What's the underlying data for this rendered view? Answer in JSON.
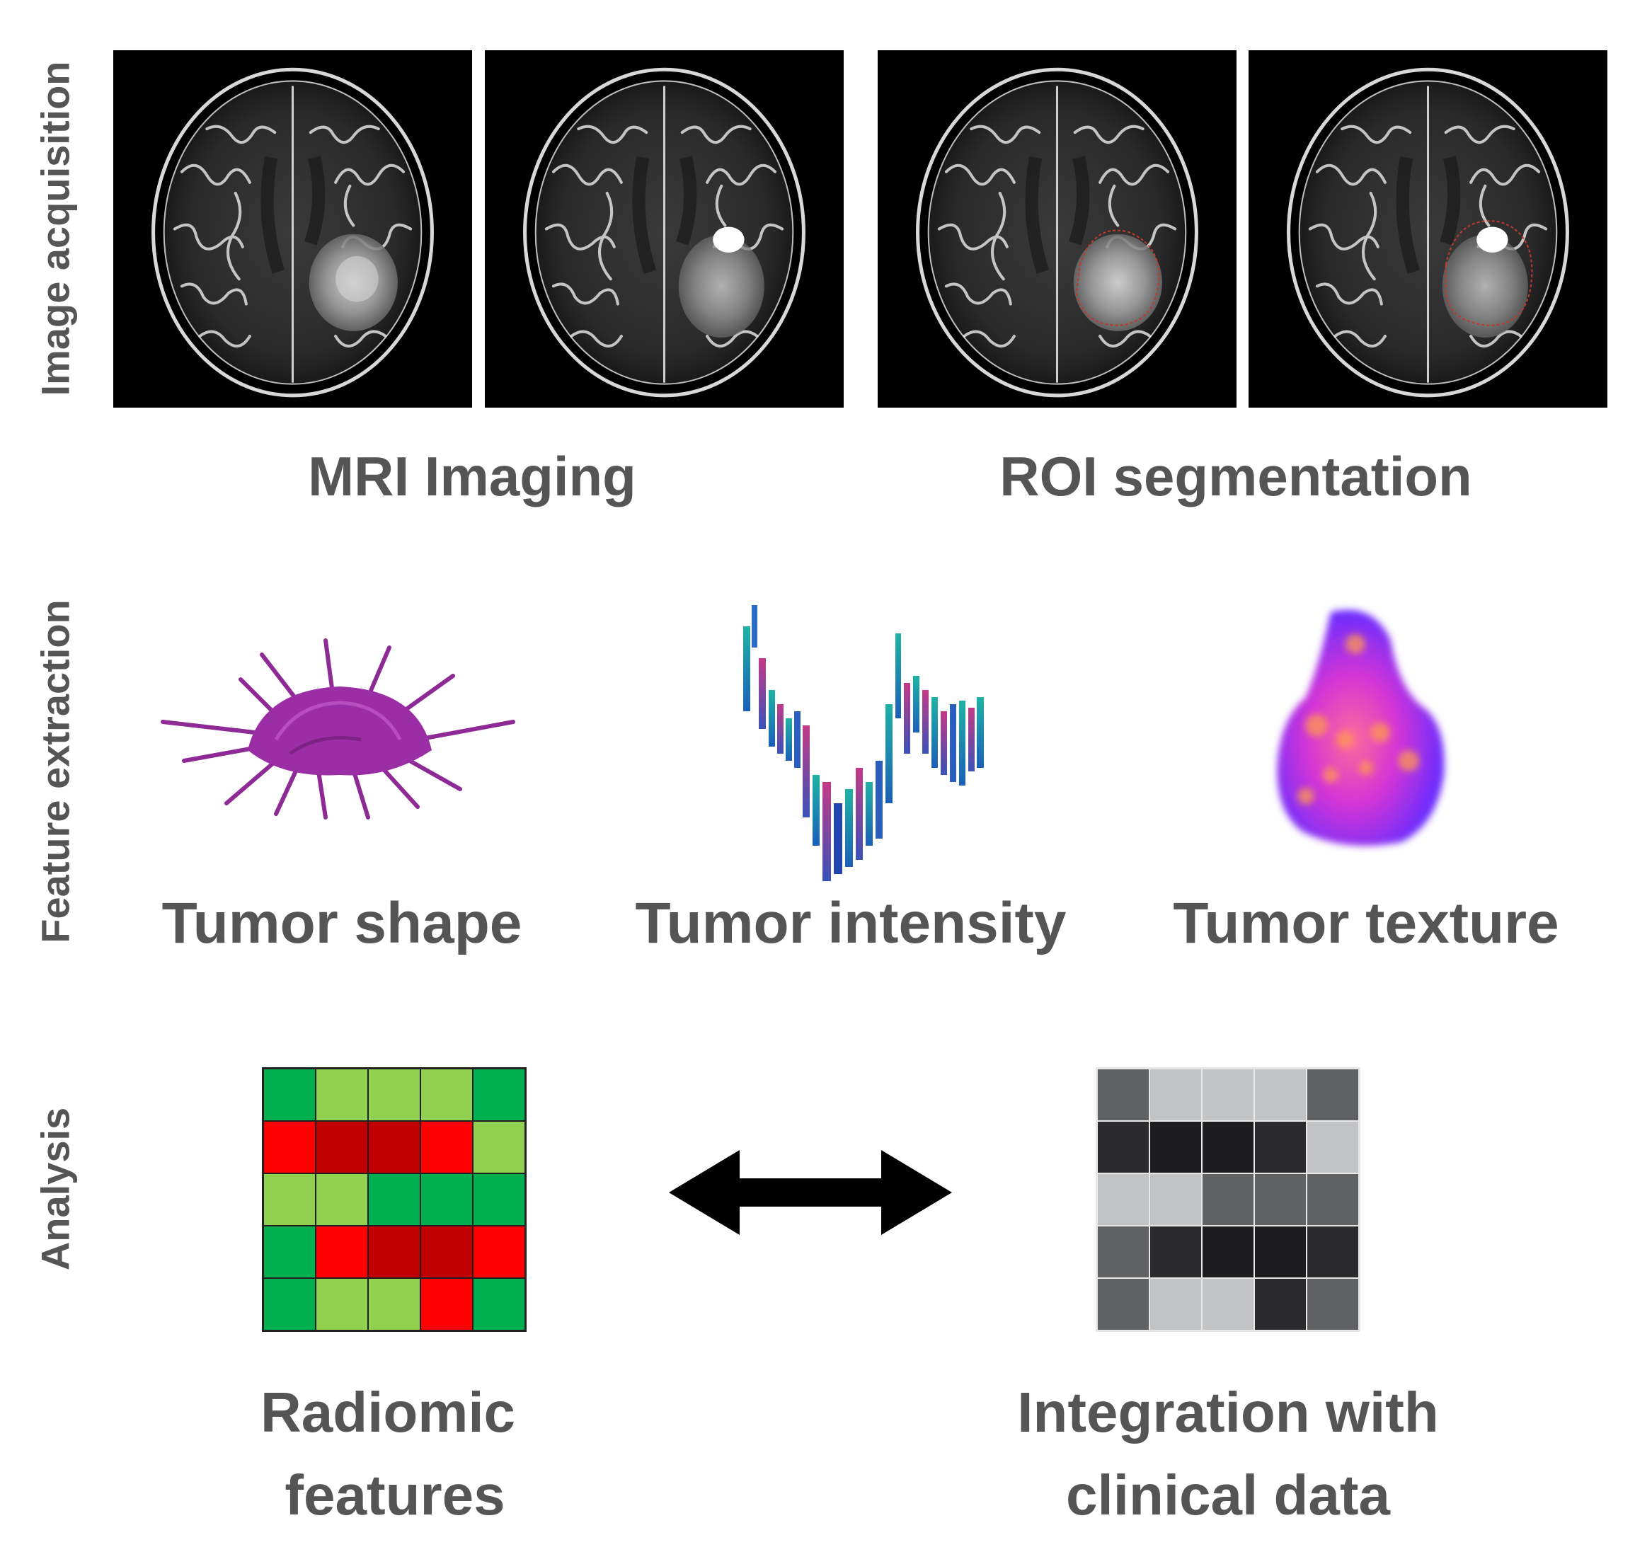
{
  "rows": {
    "acquisition": "Image acquisition",
    "extraction": "Feature extraction",
    "analysis": "Analysis"
  },
  "captions": {
    "mri": "MRI Imaging",
    "roi": "ROI  segmentation",
    "shape": "Tumor  shape",
    "intensity": "Tumor  intensity",
    "texture": "Tumor  texture",
    "radiomic_line1": "Radiomic",
    "radiomic_line2": "features",
    "clinical_line1": "Integration with",
    "clinical_line2": "clinical data"
  },
  "radiomic_matrix": [
    [
      "#00b050",
      "#92d050",
      "#92d050",
      "#92d050",
      "#00b050"
    ],
    [
      "#ff0000",
      "#c00000",
      "#c00000",
      "#ff0000",
      "#92d050"
    ],
    [
      "#92d050",
      "#92d050",
      "#00b050",
      "#00b050",
      "#00b050"
    ],
    [
      "#00b050",
      "#ff0000",
      "#c00000",
      "#c00000",
      "#ff0000"
    ],
    [
      "#00b050",
      "#92d050",
      "#92d050",
      "#ff0000",
      "#00b050"
    ]
  ],
  "clinical_matrix": [
    [
      "#5f6163",
      "#c2c3c5",
      "#c2c3c5",
      "#c2c3c5",
      "#5f6163"
    ],
    [
      "#2b2b2d",
      "#1d1d1f",
      "#1d1d1f",
      "#2b2b2d",
      "#c2c3c5"
    ],
    [
      "#c2c3c5",
      "#c2c3c5",
      "#5f6163",
      "#5f6163",
      "#5f6163"
    ],
    [
      "#5f6163",
      "#2b2b2d",
      "#1d1d1f",
      "#1d1d1f",
      "#2b2b2d"
    ],
    [
      "#5f6163",
      "#c2c3c5",
      "#c2c3c5",
      "#2b2b2d",
      "#5f6163"
    ]
  ]
}
